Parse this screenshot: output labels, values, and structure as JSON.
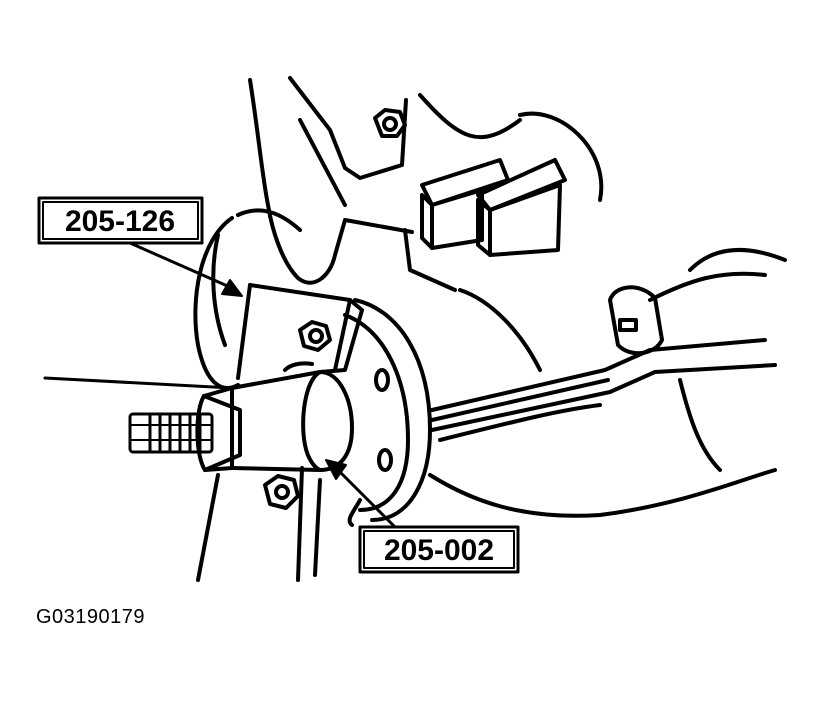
{
  "callouts": {
    "upper_tool": "205-126",
    "lower_tool": "205-002"
  },
  "figure_id": "G03190179",
  "colors": {
    "ink": "#000000",
    "paper": "#ffffff"
  }
}
